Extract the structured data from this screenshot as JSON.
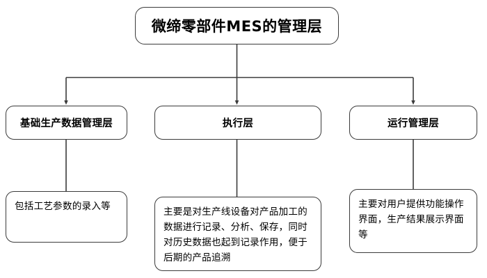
{
  "diagram": {
    "type": "hierarchy-flowchart",
    "title_node": {
      "id": "root",
      "label": "微缔零部件MES的管理层"
    },
    "layers": [
      {
        "id": "layer-basic-production-data",
        "label": "基础生产数据管理层",
        "description": "包括工艺参数的录入等"
      },
      {
        "id": "layer-execution",
        "label": "执行层",
        "description": "主要是对生产线设备对产品加工的数据进行记录、分析、保存，同时对历史数据也起到记录作用，便于后期的产品追溯"
      },
      {
        "id": "layer-operation-management",
        "label": "运行管理层",
        "description": "主要对用户提供功能操作界面，生产结果展示界面等"
      }
    ],
    "colors": {
      "background": "#ffffff",
      "box_border": "#3a3a3a",
      "box_fill": "#ffffff",
      "text": "#000000",
      "connector": "#3a3a3a"
    }
  }
}
